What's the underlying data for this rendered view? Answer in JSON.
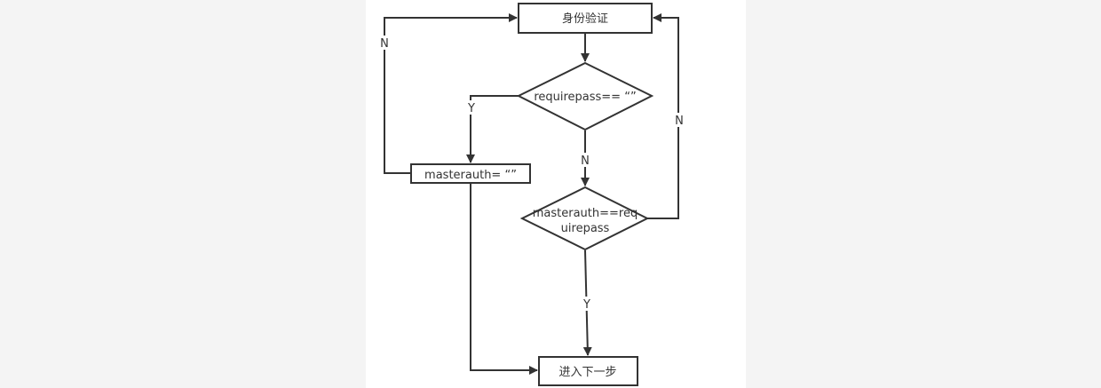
{
  "diagram": {
    "type": "flowchart",
    "colors": {
      "stroke": "#333333",
      "text": "#333333",
      "canvas": "#ffffff",
      "background": "#f4f4f4"
    },
    "nodes": {
      "auth": {
        "shape": "rect",
        "label": "身份验证"
      },
      "check_requirepass": {
        "shape": "diamond",
        "label": "requirepass== “”"
      },
      "set_masterauth": {
        "shape": "rect",
        "label": "masterauth= “”"
      },
      "check_masterauth": {
        "shape": "diamond",
        "label_line1": "masterauth==req",
        "label_line2": "uirepass"
      },
      "next": {
        "shape": "rect",
        "label": "进入下一步"
      }
    },
    "edges": [
      {
        "from": "auth",
        "to": "check_requirepass",
        "label": ""
      },
      {
        "from": "check_requirepass",
        "to": "set_masterauth",
        "label": "Y"
      },
      {
        "from": "check_requirepass",
        "to": "check_masterauth",
        "label": "N"
      },
      {
        "from": "set_masterauth",
        "to": "auth",
        "label": "N"
      },
      {
        "from": "set_masterauth",
        "to": "next",
        "label": ""
      },
      {
        "from": "check_masterauth",
        "to": "auth",
        "label": "N"
      },
      {
        "from": "check_masterauth",
        "to": "next",
        "label": "Y"
      }
    ],
    "edge_labels": {
      "y_requirepass": "Y",
      "n_requirepass": "N",
      "n_masterauth_loop": "N",
      "n_right_loop": "N",
      "y_masterauth": "Y"
    }
  }
}
